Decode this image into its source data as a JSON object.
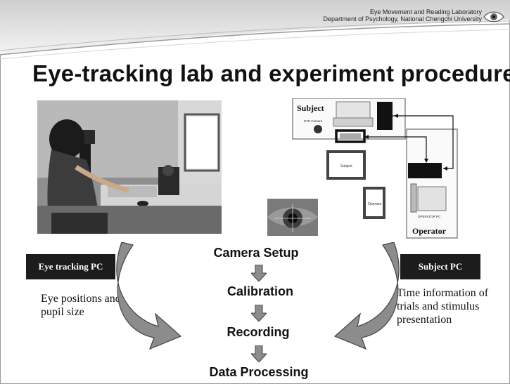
{
  "header": {
    "lab_line1": "Eye Movement and Reading Laboratory",
    "lab_line2": "Department of Psychology, National Chengchi University"
  },
  "title": "Eye-tracking lab and experiment procedure",
  "diagram": {
    "subject_label": "Subject",
    "operator_label": "Operator",
    "camera_label": "EYE Camera",
    "subject_chair_label": "Subject",
    "operator_chair_label": "Operator",
    "operator_pc_label": "OPERATOR PC"
  },
  "left_box": {
    "label": "Eye tracking PC",
    "description": "Eye positions and pupil size"
  },
  "right_box": {
    "label": "Subject PC",
    "description": "Time information of trials and stimulus presentation"
  },
  "steps": [
    "Camera Setup",
    "Calibration",
    "Recording",
    "Data Processing"
  ],
  "colors": {
    "box_bg": "#1c1c1c",
    "arrow_fill": "#8c8c8c",
    "arrow_stroke": "#444444"
  }
}
